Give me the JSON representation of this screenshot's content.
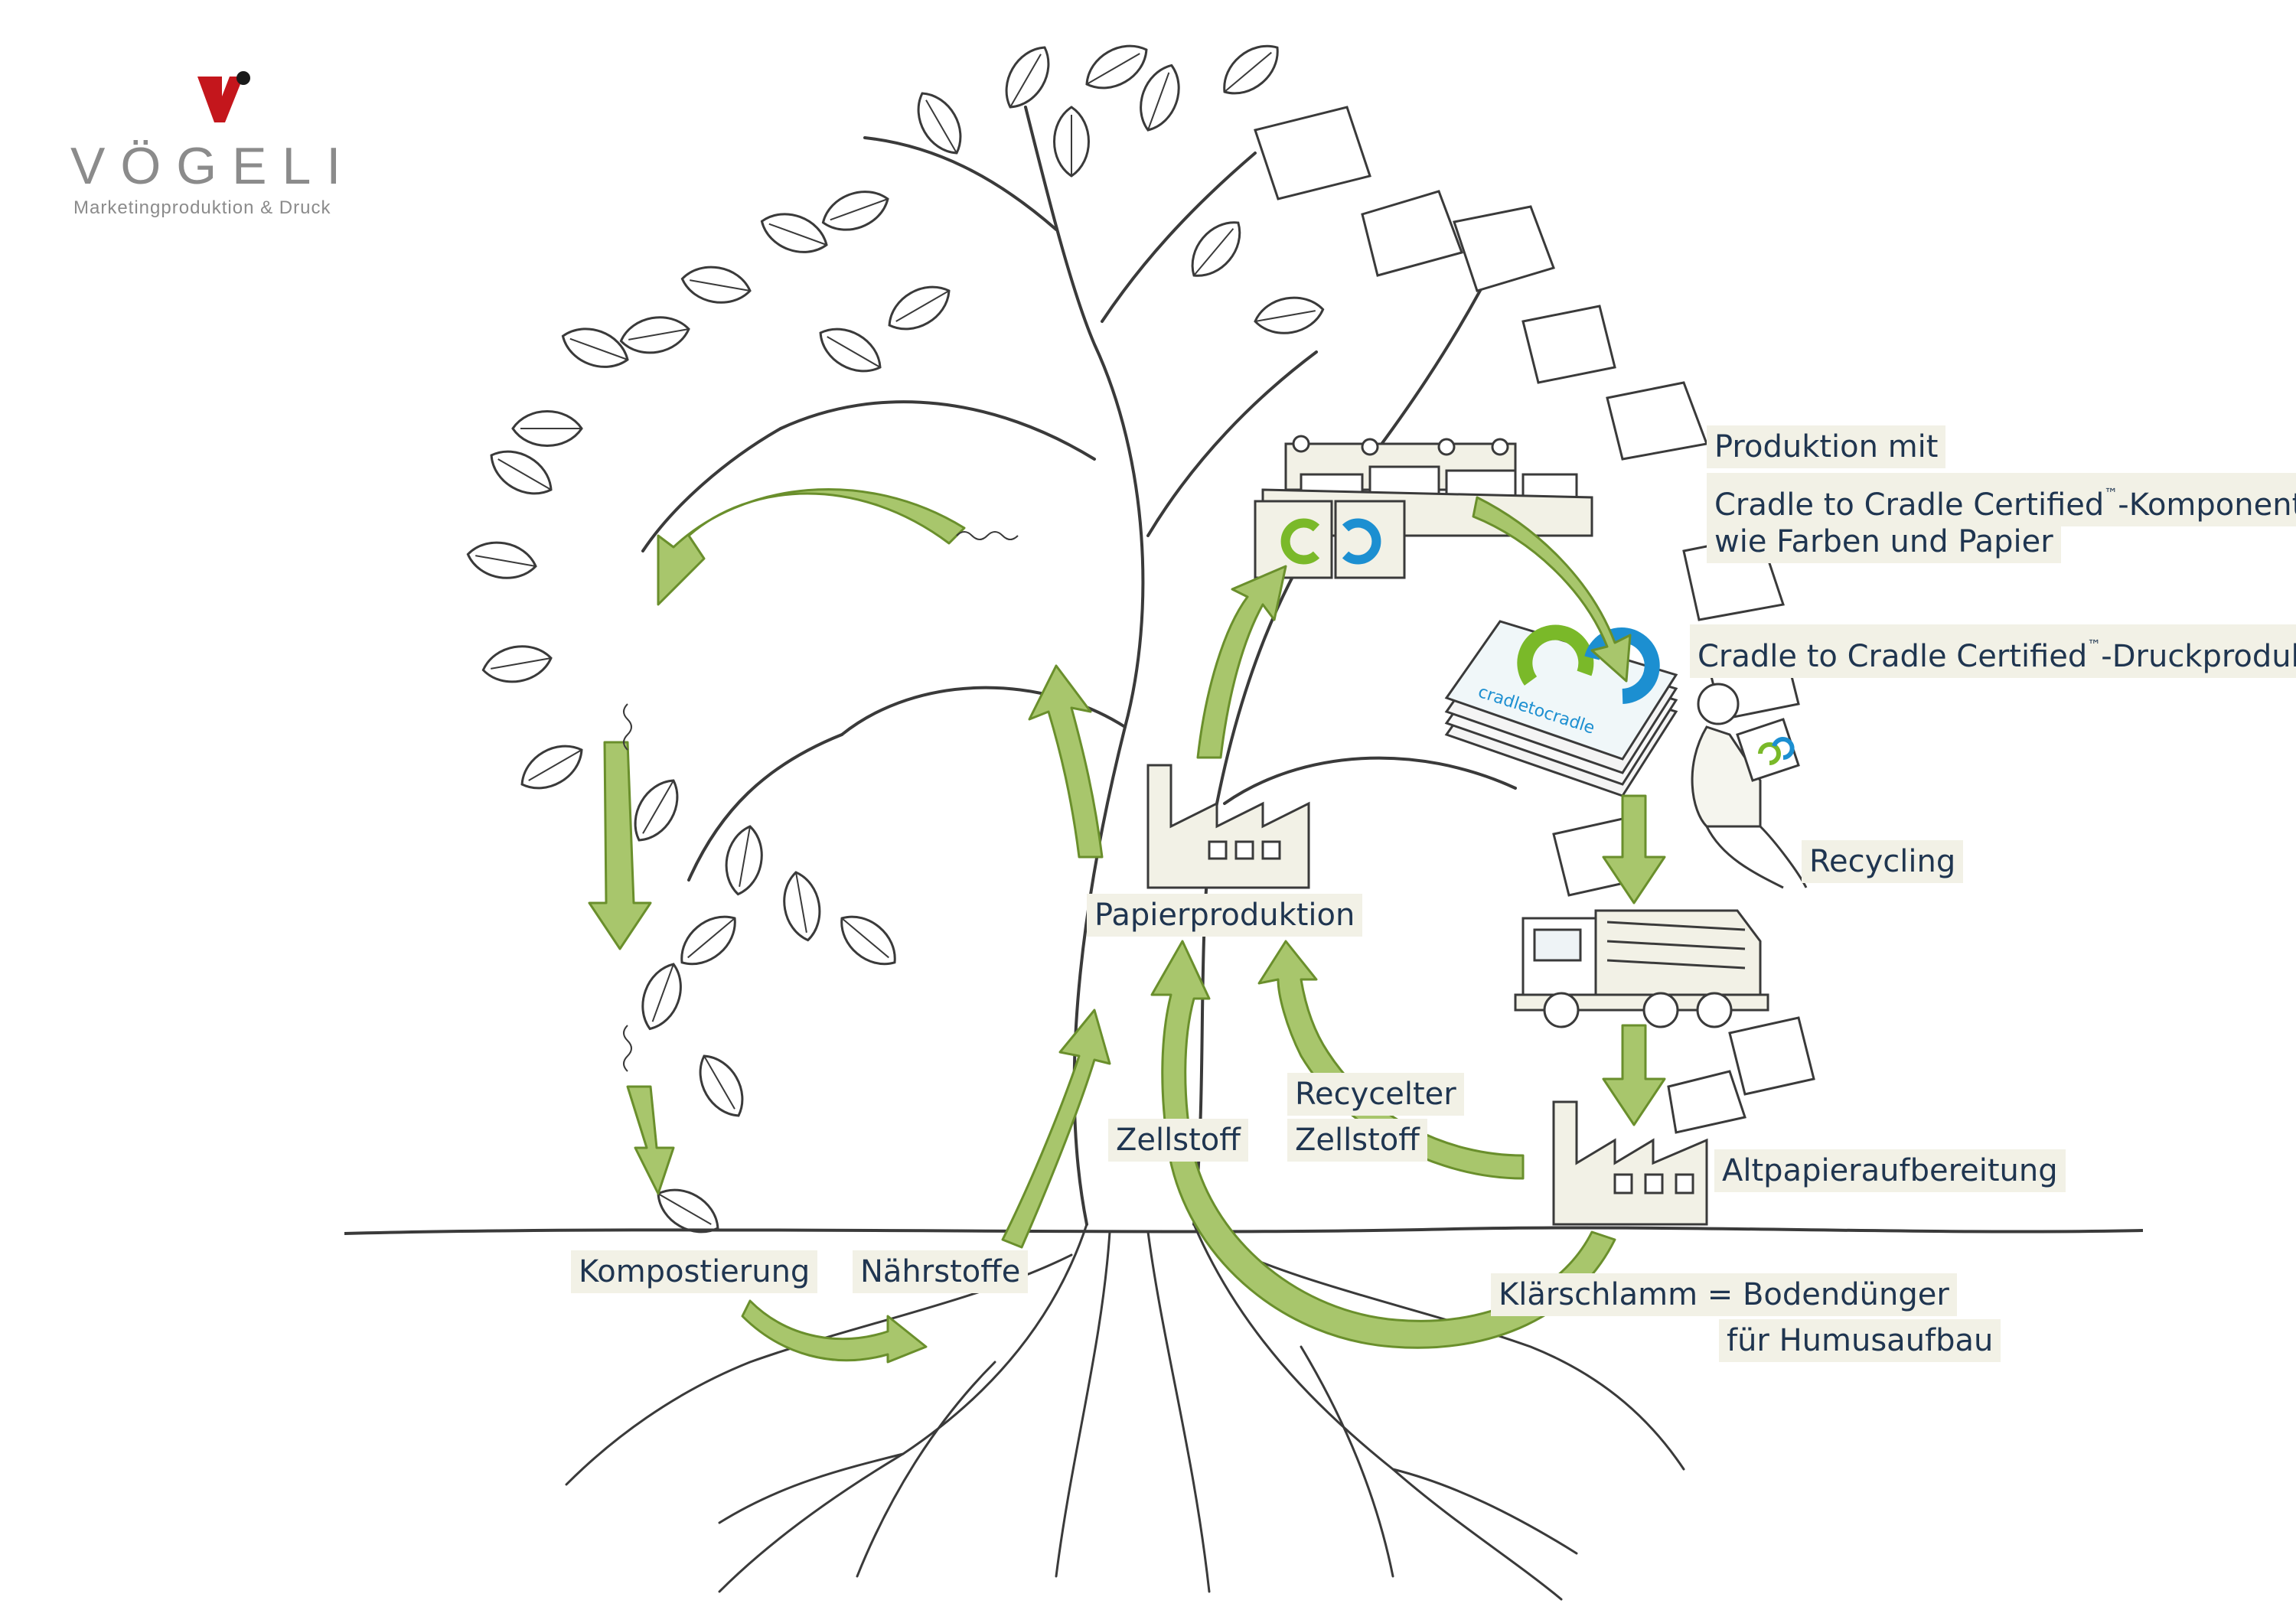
{
  "logo": {
    "name": "VÖGELI",
    "tagline": "Marketingproduktion & Druck",
    "mark_color": "#c4161c"
  },
  "labels": {
    "produktion": [
      "Produktion mit",
      "Cradle to Cradle Certified",
      "™",
      "-Komponenten",
      "wie Farben und Papier"
    ],
    "druckprodukte": [
      "Cradle to Cradle Certified",
      "™",
      "-Druckprodukte"
    ],
    "recycling": "Recycling",
    "papierproduktion": "Papierproduktion",
    "recycelter_zellstoff": [
      "Recycelter",
      "Zellstoff"
    ],
    "zellstoff": "Zellstoff",
    "altpapier": "Altpapieraufbereitung",
    "klaerschlamm": [
      "Klärschlamm = ",
      "Bodendünger",
      "für Humusaufbau"
    ],
    "kompostierung": "Kompostierung",
    "naehrstoffe": "Nährstoffe"
  },
  "badge_text": "cradletocradle",
  "colors": {
    "arrow_fill": "#a8c66c",
    "arrow_stroke": "#6a8f2c",
    "c2c_green": "#7ab929",
    "c2c_blue": "#1c8fd1",
    "label_bg": "#f2f1e6",
    "label_text": "#1f3550",
    "sketch": "#3a3a3a"
  }
}
